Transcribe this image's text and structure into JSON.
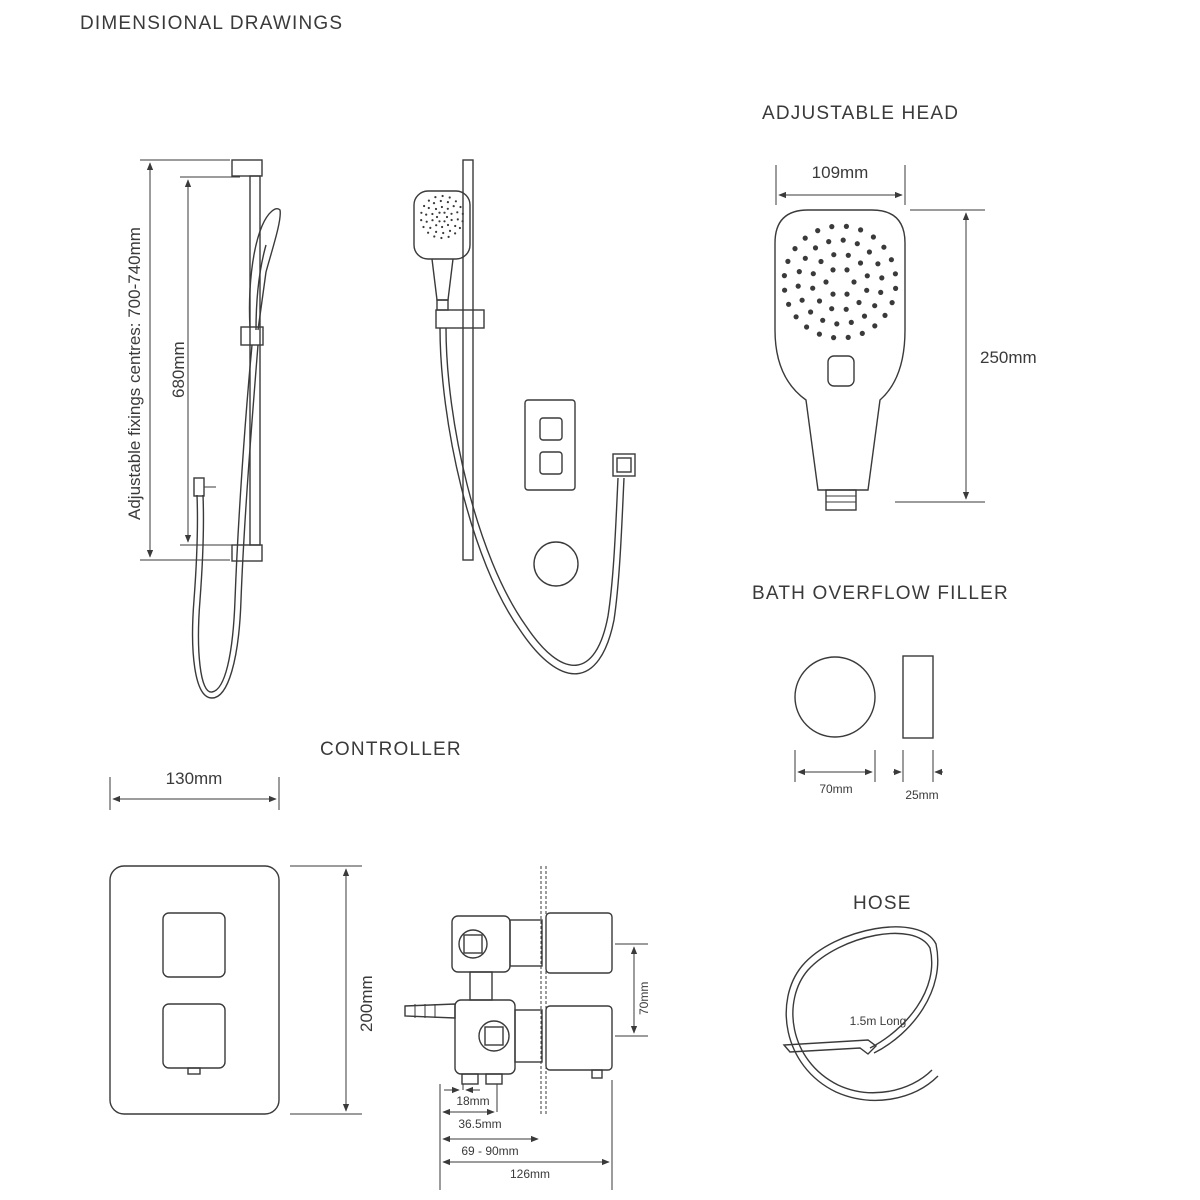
{
  "headings": {
    "main": "DIMENSIONAL DRAWINGS",
    "adjustable_head": "ADJUSTABLE HEAD",
    "bath_overflow": "BATH OVERFLOW FILLER",
    "controller": "CONTROLLER",
    "hose": "HOSE"
  },
  "rail": {
    "fixings_label": "Adjustable fixings centres: 700-740mm",
    "length_label": "680mm"
  },
  "head": {
    "width_label": "109mm",
    "height_label": "250mm"
  },
  "overflow": {
    "diameter_label": "70mm",
    "depth_label": "25mm"
  },
  "controller": {
    "width_label": "130mm",
    "height_label": "200mm",
    "valve_spacing_label": "70mm",
    "dim_18": "18mm",
    "dim_36": "36.5mm",
    "dim_range": "69 - 90mm",
    "dim_126": "126mm"
  },
  "hose": {
    "length_label": "1.5m Long"
  }
}
